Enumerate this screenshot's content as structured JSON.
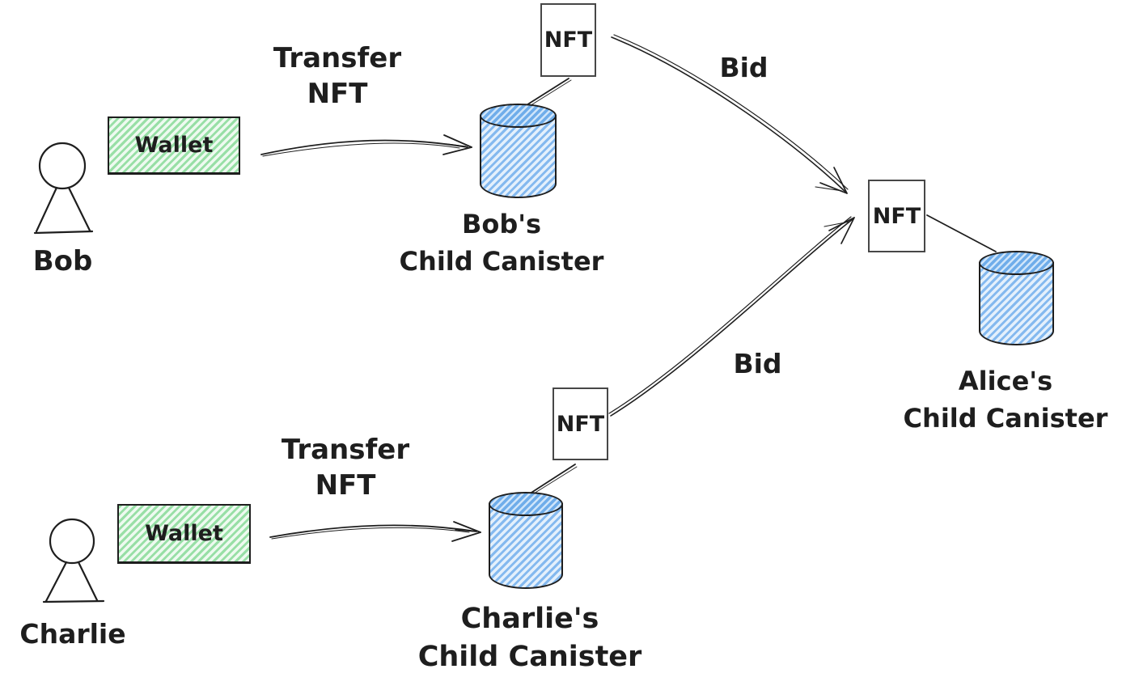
{
  "colors": {
    "stroke": "#1e1e1e",
    "wallet_fill_hatch": "#98dfa6",
    "canister_fill_hatch": "#84b9ef",
    "nft_box_border": "#474747",
    "background": "#ffffff"
  },
  "nodes": {
    "bob": {
      "label": "Bob"
    },
    "charlie": {
      "label": "Charlie"
    },
    "bob_wallet": {
      "label": "Wallet"
    },
    "charlie_wallet": {
      "label": "Wallet"
    },
    "bob_nft": {
      "label": "NFT"
    },
    "charlie_nft": {
      "label": "NFT"
    },
    "alice_nft": {
      "label": "NFT"
    },
    "bob_canister": {
      "line1": "Bob's",
      "line2": "Child Canister"
    },
    "charlie_canister": {
      "line1": "Charlie's",
      "line2": "Child Canister"
    },
    "alice_canister": {
      "line1": "Alice's",
      "line2": "Child Canister"
    }
  },
  "edges": {
    "bob_transfer": {
      "line1": "Transfer",
      "line2": "NFT"
    },
    "charlie_transfer": {
      "line1": "Transfer",
      "line2": "NFT"
    },
    "bob_bid": {
      "label": "Bid"
    },
    "charlie_bid": {
      "label": "Bid"
    }
  }
}
